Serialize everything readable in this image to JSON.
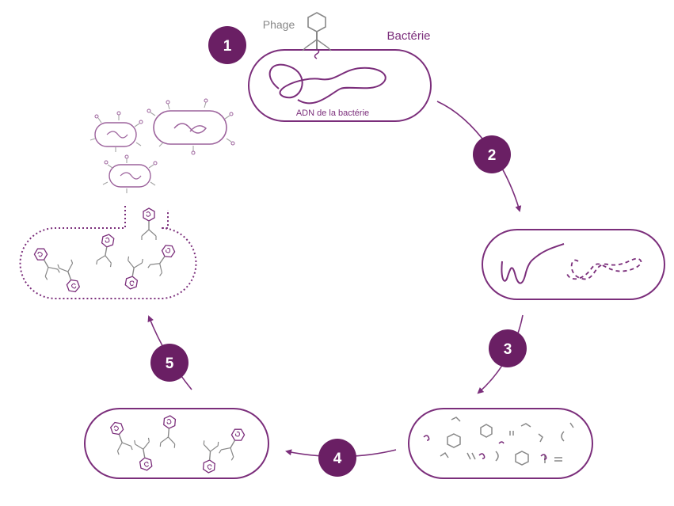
{
  "labels": {
    "phage": "Phage",
    "bacteria": "Bactérie",
    "bacteria_dna": "ADN de la bactérie"
  },
  "steps": [
    "1",
    "2",
    "3",
    "4",
    "5"
  ],
  "colors": {
    "purple": "#7b2e7b",
    "badge": "#6a1f64",
    "gray": "#888888",
    "badge_text": "#ffffff"
  }
}
